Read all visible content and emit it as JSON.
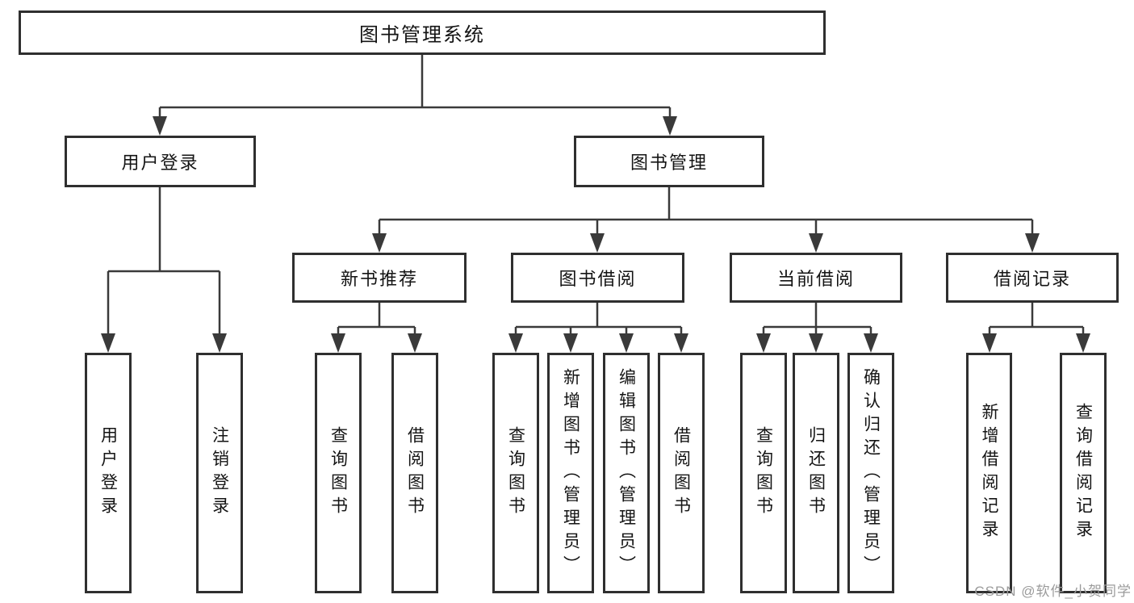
{
  "tree": {
    "root": {
      "label": "图书管理系统"
    },
    "branches": [
      {
        "label": "用户登录",
        "children": [
          {
            "label": "用户登录"
          },
          {
            "label": "注销登录"
          }
        ]
      },
      {
        "label": "图书管理",
        "children": [
          {
            "label": "新书推荐",
            "children": [
              {
                "label": "查询图书"
              },
              {
                "label": "借阅图书"
              }
            ]
          },
          {
            "label": "图书借阅",
            "children": [
              {
                "label": "查询图书"
              },
              {
                "label": "新增图书（管理员）"
              },
              {
                "label": "编辑图书（管理员）"
              },
              {
                "label": "借阅图书"
              }
            ]
          },
          {
            "label": "当前借阅",
            "children": [
              {
                "label": "查询图书"
              },
              {
                "label": "归还图书"
              },
              {
                "label": "确认归还（管理员）"
              }
            ]
          },
          {
            "label": "借阅记录",
            "children": [
              {
                "label": "新增借阅记录"
              },
              {
                "label": "查询借阅记录"
              }
            ]
          }
        ]
      }
    ]
  },
  "watermark": {
    "text": "CSDN @软件_小贺同学"
  },
  "colors": {
    "box_border": "#2f2f2f",
    "line": "#3a3a3a",
    "text": "#141414",
    "watermark": "#9b9b9b",
    "background": "#ffffff"
  }
}
